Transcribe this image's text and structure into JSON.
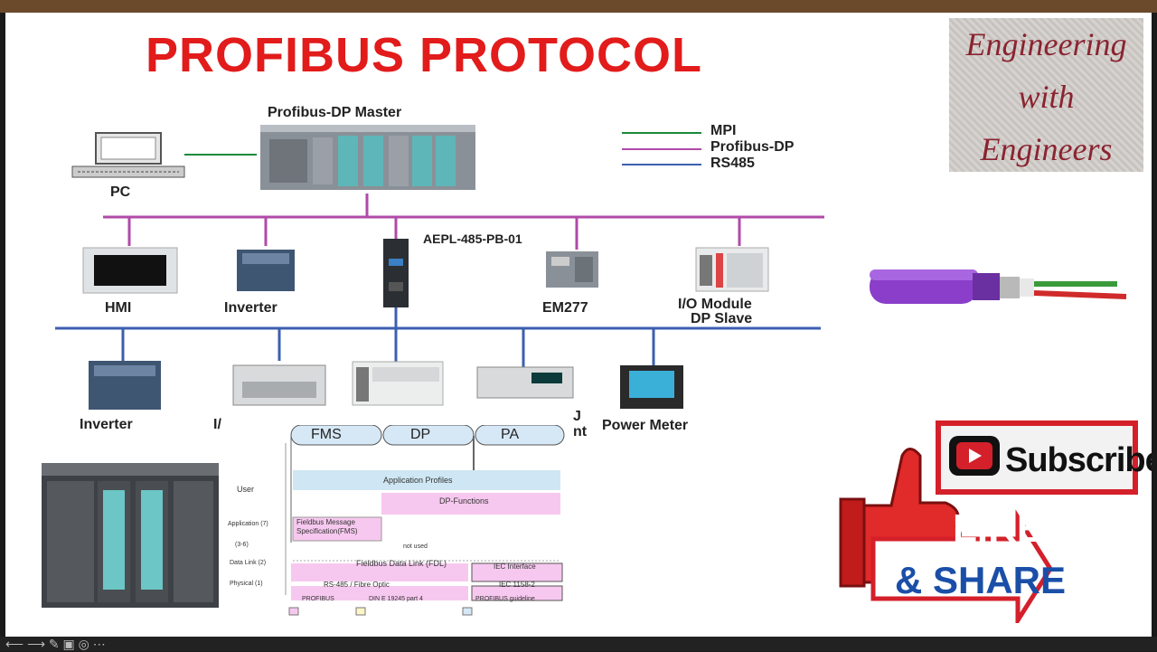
{
  "title": "PROFIBUS PROTOCOL",
  "logo_lines": [
    "Engineering",
    "with",
    "Engineers"
  ],
  "legend": {
    "mpi": "MPI",
    "profibus_dp": "Profibus-DP",
    "rs485": "RS485",
    "colors": {
      "mpi": "#1a8a3a",
      "profibus_dp": "#b04aa8",
      "rs485": "#3d5fb0"
    }
  },
  "master_label": "Profibus-DP Master",
  "pc_label": "PC",
  "converter_label": "AEPL-485-PB-01",
  "row1_labels": {
    "hmi": "HMI",
    "inverter": "Inverter",
    "em277": "EM277",
    "io_module": "I/O Module",
    "dp_slave": "DP Slave"
  },
  "row2_labels": {
    "inverter": "Inverter",
    "partial_1": "I/",
    "partial_2": "J",
    "partial_3": "nt",
    "power_meter": "Power Meter"
  },
  "stack": {
    "tabs": [
      "FMS",
      "DP",
      "PA"
    ],
    "app_profiles": "Application Profiles",
    "dp_functions": "DP-Functions",
    "fms_spec_1": "Fieldbus Message",
    "fms_spec_2": "Specification(FMS)",
    "fdl": "Fieldbus Data Link (FDL)",
    "iec": "IEC Interface",
    "phys_left": "RS-485 / Fibre Optic",
    "phys_right": "IEC 1158-2",
    "not_used": "not used",
    "layers": [
      "User",
      "Application (7)",
      "(3-6)",
      "Data Link (2)",
      "Physical (1)"
    ],
    "legend": [
      "PROFIBUS",
      "DIN E 19245 part 4",
      "PROFIBUS guideline"
    ]
  },
  "promo": {
    "subscribe": "Subscribe",
    "like": "LIKE",
    "share": "& SHARE"
  },
  "bottom_controls": "⟵ ⟶ ✎ ▣ ◎ ⋯"
}
